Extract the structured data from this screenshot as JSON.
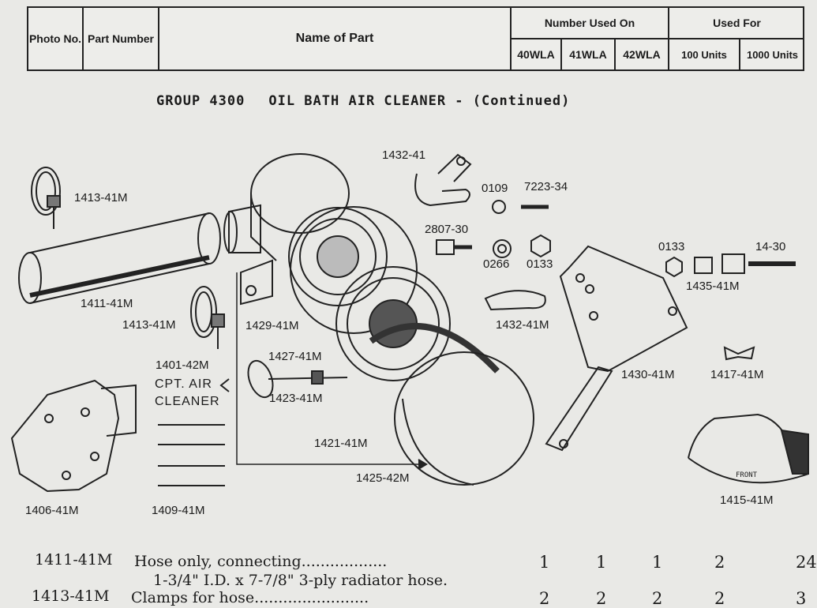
{
  "header": {
    "photo_no": "Photo No.",
    "part_number": "Part Number",
    "name_of_part": "Name of Part",
    "number_used_on": "Number Used On",
    "used_for": "Used For",
    "models": [
      "40WLA",
      "41WLA",
      "42WLA"
    ],
    "units": [
      "100 Units",
      "1000 Units"
    ]
  },
  "group": {
    "code": "GROUP 4300",
    "title": "OIL BATH AIR CLEANER - (Continued)"
  },
  "diagram_labels": {
    "l1413a": "1413-41M",
    "l1411": "1411-41M",
    "l1413b": "1413-41M",
    "l1401": "1401-42M",
    "l1401_desc1": "CPT. AIR",
    "l1401_desc2": "CLEANER",
    "l1406": "1406-41M",
    "l1409": "1409-41M",
    "l1429": "1429-41M",
    "l1427": "1427-41M",
    "l1423": "1423-41M",
    "l1421": "1421-41M",
    "l1425": "1425-42M",
    "l1432a": "1432-41",
    "l0109": "0109",
    "l7223": "7223-34",
    "l2807": "2807-30",
    "l0266": "0266",
    "l0133a": "0133",
    "l1432b": "1432-41M",
    "l0133b": "0133",
    "l1430": "1430-41M",
    "l1430_text": "14-30",
    "l1435": "1435-41M",
    "l1417": "1417-41M",
    "l1415": "1415-41M",
    "front_text": "FRONT"
  },
  "parts": [
    {
      "number": "1411-41M",
      "desc": "Hose only, connecting..................",
      "desc2": "1-3/4\" I.D. x 7-7/8\" 3-ply radiator hose.",
      "q": [
        "1",
        "1",
        "1",
        "2",
        "24"
      ]
    },
    {
      "number": "1413-41M",
      "desc": "Clamps for hose........................",
      "q": [
        "2",
        "2",
        "2",
        "2",
        "3"
      ]
    }
  ]
}
